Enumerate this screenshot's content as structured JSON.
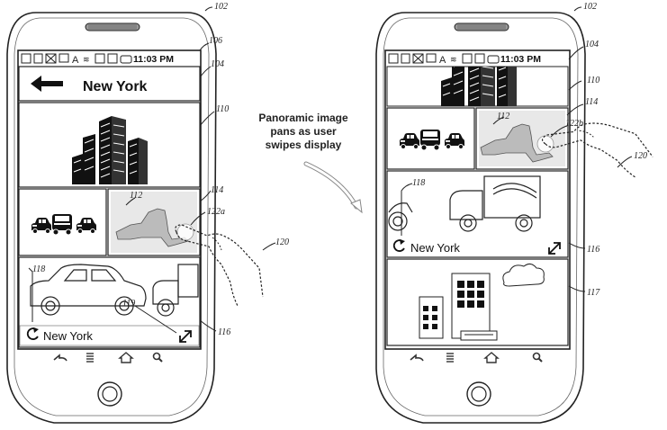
{
  "caption": {
    "line1": "Panoramic image",
    "line2": "pans as user",
    "line3": "swipes display"
  },
  "left_phone": {
    "status_time": "11:03 PM",
    "header_title": "New York",
    "panel_caption": "New York",
    "refs": {
      "phone": "102",
      "screen": "104",
      "status_bar": "106",
      "tile_top": "110",
      "tile_map": "112",
      "panel_map": "114",
      "touch_point": "122a",
      "finger": "120",
      "refresh": "118",
      "expand": "119",
      "panorama_panel": "116"
    }
  },
  "right_phone": {
    "status_time": "11:03 PM",
    "panel_caption": "New York",
    "refs": {
      "phone": "102",
      "screen": "104",
      "tile_top": "110",
      "panel_map": "114",
      "tile_map": "112",
      "touch_point": "122b",
      "finger": "120",
      "refresh": "118",
      "panorama_panel": "116",
      "bottom_panel": "117"
    }
  },
  "icons": [
    "back-arrow-icon",
    "refresh-icon",
    "expand-icon",
    "home-icon",
    "menu-icon",
    "search-icon",
    "phone-back-icon"
  ]
}
